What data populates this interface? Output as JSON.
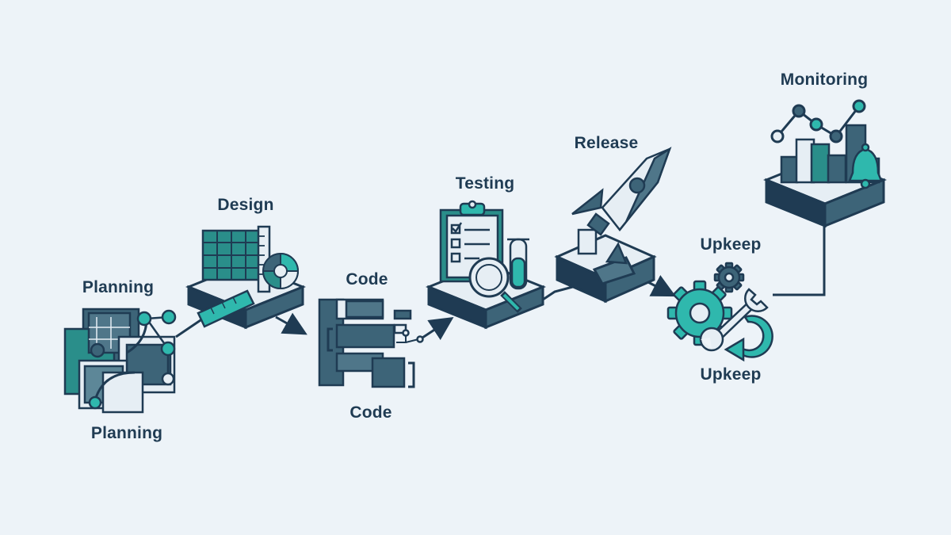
{
  "labels": {
    "planning_top": "Planning",
    "planning_bottom": "Planning",
    "design": "Design",
    "code_top": "Code",
    "code_bottom": "Code",
    "testing": "Testing",
    "release": "Release",
    "upkeep_top": "Upkeep",
    "upkeep_bottom": "Upkeep",
    "monitoring": "Monitoring"
  },
  "colors": {
    "background": "#edf3f8",
    "navy": "#1f3b53",
    "slate": "#3d6478",
    "teal": "#2fb8ad",
    "teal_dark": "#2a8e8a",
    "panel": "#e6eef4"
  },
  "icons": [
    "planning-cluster-icon",
    "blueprint-grid-icon",
    "ruler-icon",
    "color-wheel-icon",
    "code-brackets-icon",
    "clipboard-checklist-icon",
    "magnifier-icon",
    "test-tube-icon",
    "rocket-icon",
    "gear-icon",
    "wrench-icon",
    "cycle-arrow-icon",
    "bar-chart-icon",
    "line-chart-icon",
    "bell-icon"
  ]
}
